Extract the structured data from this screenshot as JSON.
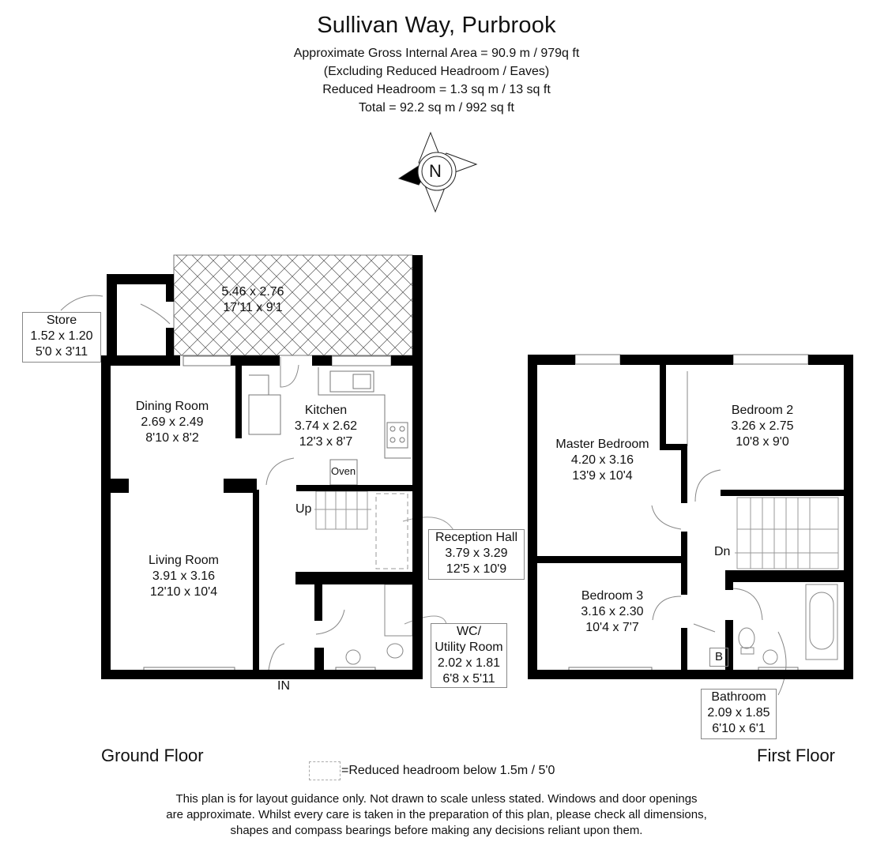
{
  "header": {
    "title": "Sullivan Way, Purbrook",
    "lines": [
      "Approximate Gross Internal Area = 90.9 m / 979q ft",
      "(Excluding Reduced Headroom / Eaves)",
      "Reduced Headroom = 1.3 sq m / 13 sq ft",
      "Total = 92.2 sq m / 992 sq ft"
    ]
  },
  "compass": {
    "icon": "compass-rose-icon",
    "label": "N"
  },
  "ground_floor": {
    "name": "Ground Floor",
    "rooms": {
      "conservatory": {
        "metric": "5.46 x 2.76",
        "imperial": "17'11 x 9'1"
      },
      "store": {
        "name": "Store",
        "metric": "1.52 x 1.20",
        "imperial": "5'0 x 3'11"
      },
      "dining": {
        "name": "Dining Room",
        "metric": "2.69 x 2.49",
        "imperial": "8'10 x 8'2"
      },
      "kitchen": {
        "name": "Kitchen",
        "metric": "3.74 x 2.62",
        "imperial": "12'3 x 8'7"
      },
      "living": {
        "name": "Living Room",
        "metric": "3.91 x 3.16",
        "imperial": "12'10 x 10'4"
      },
      "reception": {
        "name": "Reception Hall",
        "metric": "3.79 x 3.29",
        "imperial": "12'5 x 10'9"
      },
      "wc": {
        "name_line1": "WC/",
        "name_line2": "Utility Room",
        "metric": "2.02 x 1.81",
        "imperial": "6'8 x 5'11"
      }
    },
    "fixtures": {
      "oven": "Oven",
      "stairs": "Up",
      "entrance": "IN"
    }
  },
  "first_floor": {
    "name": "First Floor",
    "rooms": {
      "master": {
        "name": "Master Bedroom",
        "metric": "4.20 x 3.16",
        "imperial": "13'9 x 10'4"
      },
      "bed2": {
        "name": "Bedroom 2",
        "metric": "3.26 x 2.75",
        "imperial": "10'8 x 9'0"
      },
      "bed3": {
        "name": "Bedroom 3",
        "metric": "3.16 x 2.30",
        "imperial": "10'4 x 7'7"
      },
      "bathroom": {
        "name": "Bathroom",
        "metric": "2.09 x 1.85",
        "imperial": "6'10 x 6'1"
      }
    },
    "fixtures": {
      "stairs": "Dn",
      "boiler": "B"
    }
  },
  "legend": {
    "icon": "dashed-box-icon",
    "text": "=Reduced headroom below 1.5m / 5'0"
  },
  "disclaimer": [
    "This plan is for layout guidance only. Not drawn to scale unless stated. Windows and door openings",
    "are approximate. Whilst every care is taken in the preparation of this plan, please check all dimensions,",
    "shapes and compass bearings before making any decisions reliant upon them."
  ]
}
